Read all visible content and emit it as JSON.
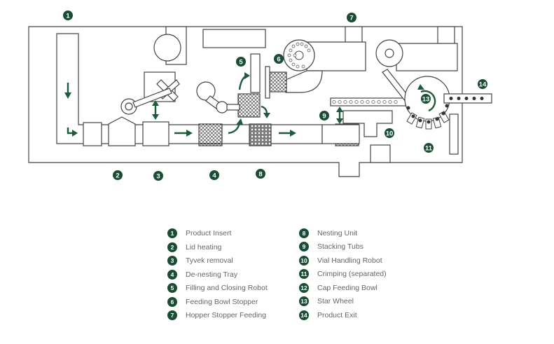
{
  "diagram": {
    "markers": [
      "1",
      "2",
      "3",
      "4",
      "5",
      "6",
      "7",
      "8",
      "9",
      "10",
      "11",
      "13",
      "14"
    ]
  },
  "legend": {
    "left": [
      {
        "num": "1",
        "label": "Product Insert"
      },
      {
        "num": "2",
        "label": "Lid heating"
      },
      {
        "num": "3",
        "label": "Tyvek removal"
      },
      {
        "num": "4",
        "label": "De-nesting Tray"
      },
      {
        "num": "5",
        "label": "Filling and Closing Robot"
      },
      {
        "num": "6",
        "label": "Feeding Bowl Stopper"
      },
      {
        "num": "7",
        "label": "Hopper Stopper Feeding"
      }
    ],
    "right": [
      {
        "num": "8",
        "label": "Nesting Unit"
      },
      {
        "num": "9",
        "label": "Stacking Tubs"
      },
      {
        "num": "10",
        "label": "Vial Handling Robot"
      },
      {
        "num": "11",
        "label": "Crimping (separated)"
      },
      {
        "num": "12",
        "label": "Cap Feeding Bowl"
      },
      {
        "num": "13",
        "label": "Star Wheel"
      },
      {
        "num": "14",
        "label": "Product Exit"
      }
    ]
  },
  "colors": {
    "accent": "#1b4d36",
    "line": "#444444",
    "text": "#666666"
  }
}
